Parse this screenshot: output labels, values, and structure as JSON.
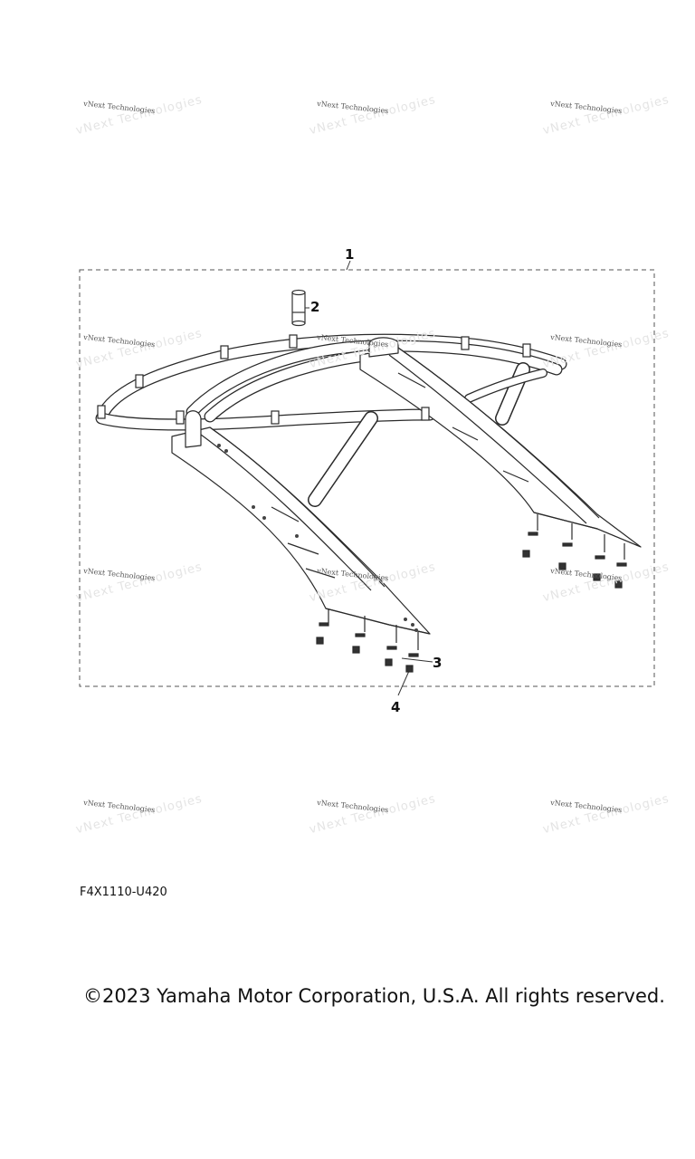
{
  "diagram": {
    "part_code": "F4X1110-U420",
    "copyright": "©2023 Yamaha Motor Corporation, U.S.A. All rights reserved.",
    "watermark": {
      "line1": "vNext Technologies",
      "line2": "vNext Technologies"
    },
    "callouts": [
      {
        "number": "1"
      },
      {
        "number": "2"
      },
      {
        "number": "3"
      },
      {
        "number": "4"
      }
    ]
  }
}
